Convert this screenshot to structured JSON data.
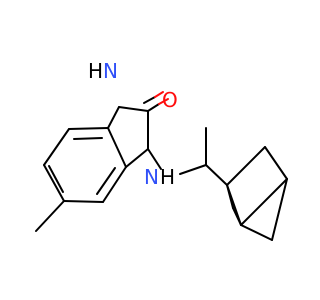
{
  "molecule": {
    "atoms": {
      "nh_ring": {
        "hydrogen": "H",
        "nitrogen": "N"
      },
      "carbonyl_o": "O",
      "nh_amine": {
        "nitrogen": "N",
        "hydrogen": "H"
      }
    },
    "colors": {
      "carbon_bond": "#000000",
      "nitrogen": "#3050f8",
      "oxygen": "#ff0d0d"
    }
  }
}
